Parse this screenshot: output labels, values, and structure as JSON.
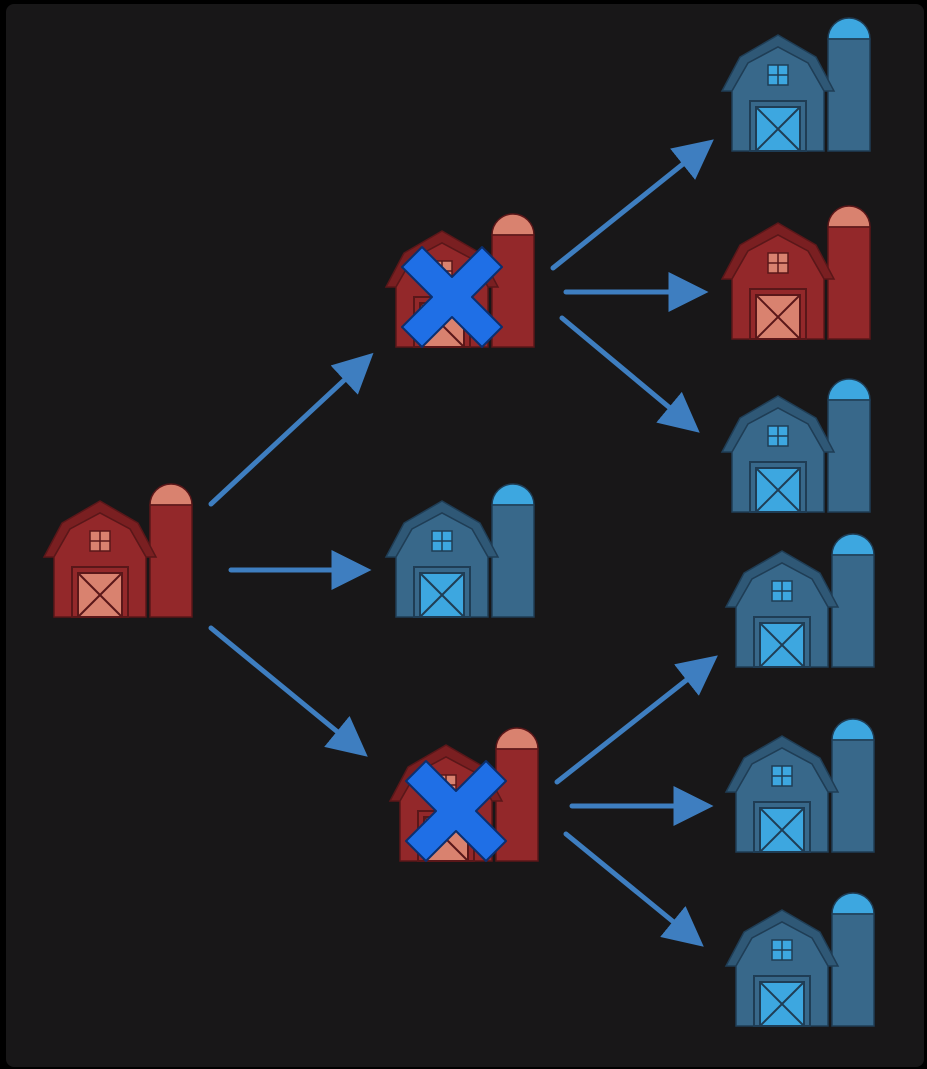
{
  "diagram": {
    "background": "#181718",
    "arrow_color": "#3e7ec0",
    "cross_color": "#1f6fe6",
    "palettes": {
      "red": {
        "body": "#93282a",
        "roof": "#7a1f21",
        "accent": "#d9826f",
        "outline": "#5a1719"
      },
      "blue": {
        "body": "#38688a",
        "roof": "#2f5876",
        "accent": "#3da7e0",
        "outline": "#1f3d55"
      }
    },
    "nodes": [
      {
        "id": "root",
        "icon": "red-barn-icon",
        "status": "infected",
        "crossed": false
      },
      {
        "id": "l1-a",
        "icon": "red-barn-icon",
        "status": "infected",
        "crossed": true
      },
      {
        "id": "l1-b",
        "icon": "blue-barn-icon",
        "status": "uninfected",
        "crossed": false
      },
      {
        "id": "l1-c",
        "icon": "red-barn-icon",
        "status": "infected",
        "crossed": true
      },
      {
        "id": "l2-a",
        "icon": "blue-barn-icon",
        "status": "uninfected",
        "crossed": false
      },
      {
        "id": "l2-b",
        "icon": "red-barn-icon",
        "status": "infected",
        "crossed": false
      },
      {
        "id": "l2-c",
        "icon": "blue-barn-icon",
        "status": "uninfected",
        "crossed": false
      },
      {
        "id": "l2-d",
        "icon": "blue-barn-icon",
        "status": "uninfected",
        "crossed": false
      },
      {
        "id": "l2-e",
        "icon": "blue-barn-icon",
        "status": "uninfected",
        "crossed": false
      },
      {
        "id": "l2-f",
        "icon": "blue-barn-icon",
        "status": "uninfected",
        "crossed": false
      }
    ],
    "edges": [
      {
        "from": "root",
        "to": "l1-a"
      },
      {
        "from": "root",
        "to": "l1-b"
      },
      {
        "from": "root",
        "to": "l1-c"
      },
      {
        "from": "l1-a",
        "to": "l2-a"
      },
      {
        "from": "l1-a",
        "to": "l2-b"
      },
      {
        "from": "l1-a",
        "to": "l2-c"
      },
      {
        "from": "l1-c",
        "to": "l2-d"
      },
      {
        "from": "l1-c",
        "to": "l2-e"
      },
      {
        "from": "l1-c",
        "to": "l2-f"
      }
    ]
  }
}
